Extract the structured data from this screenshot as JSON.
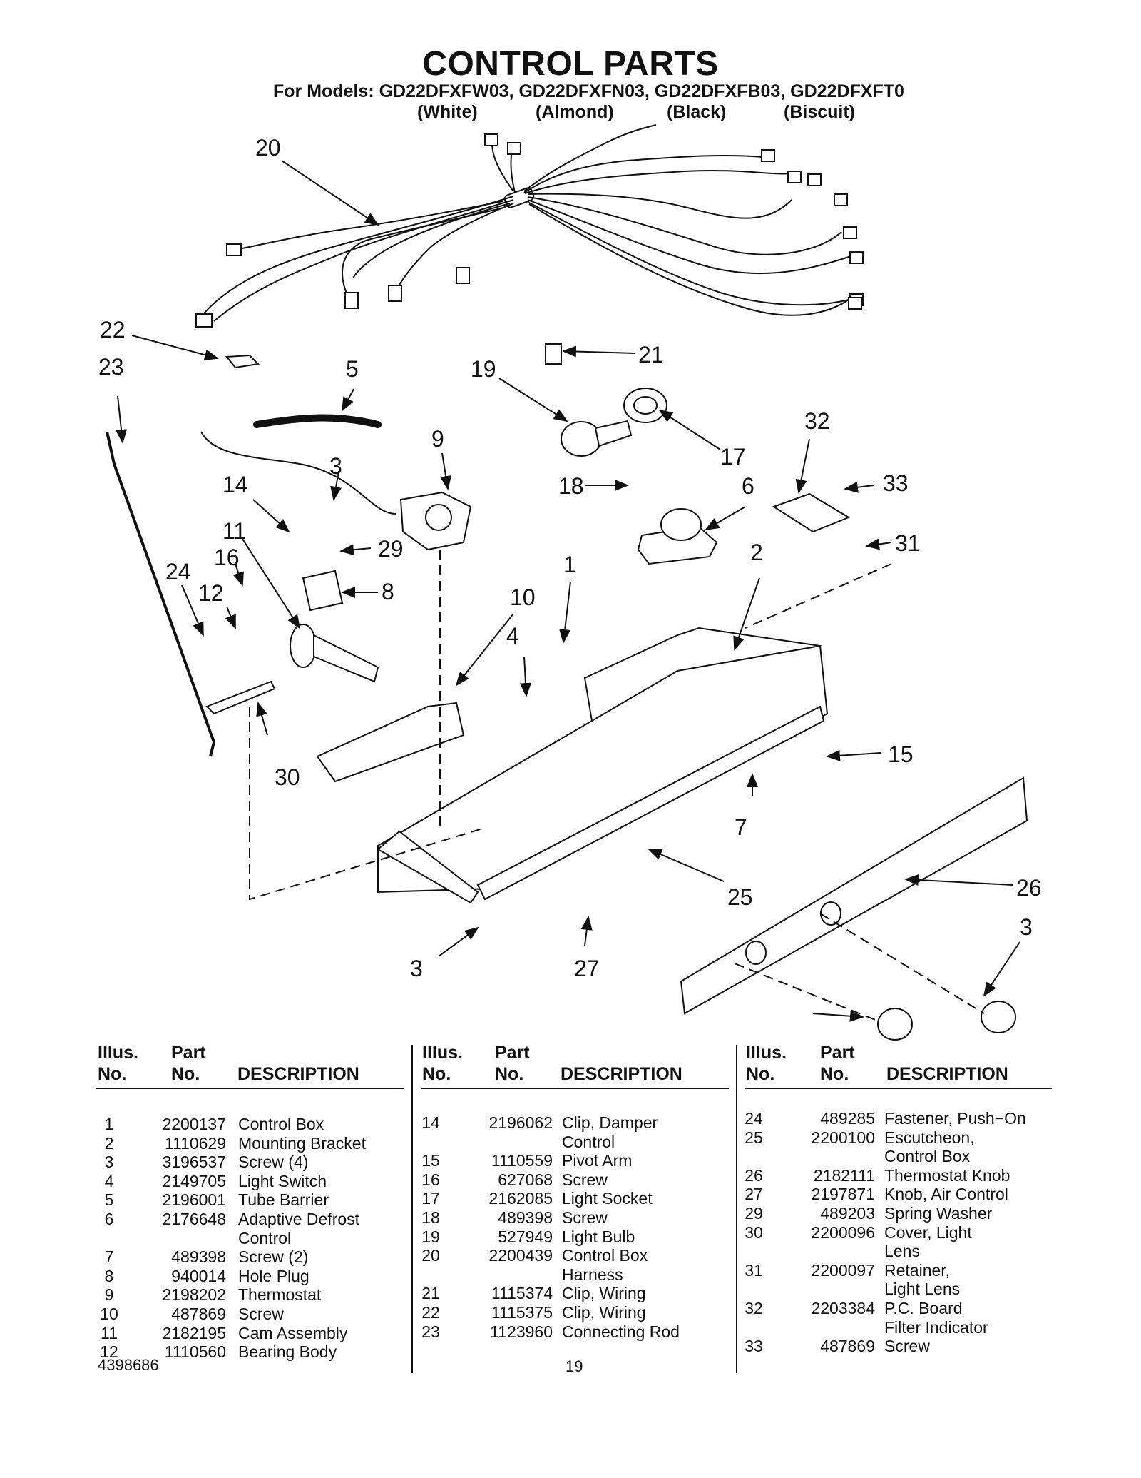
{
  "header": {
    "title": "CONTROL PARTS",
    "models": "For Models: GD22DFXFW03, GD22DFXFN03, GD22DFXFB03, GD22DFXFT0",
    "variants": [
      "(White)",
      "(Almond)",
      "(Black)",
      "(Biscuit)"
    ]
  },
  "diagram": {
    "callouts": [
      "20",
      "22",
      "23",
      "5",
      "19",
      "21",
      "17",
      "32",
      "33",
      "31",
      "9",
      "3",
      "14",
      "29",
      "18",
      "6",
      "11",
      "16",
      "24",
      "12",
      "8",
      "1",
      "2",
      "10",
      "4",
      "15",
      "30",
      "7",
      "25",
      "26",
      "3",
      "3",
      "27"
    ]
  },
  "table": {
    "headers": {
      "illus": [
        "Illus.",
        "No."
      ],
      "part": [
        "Part",
        "No."
      ],
      "description": "DESCRIPTION"
    },
    "columns": [
      [
        {
          "illus": "1",
          "part": "2200137",
          "desc": [
            "Control Box"
          ]
        },
        {
          "illus": "2",
          "part": "1110629",
          "desc": [
            "Mounting Bracket"
          ]
        },
        {
          "illus": "3",
          "part": "3196537",
          "desc": [
            "Screw (4)"
          ]
        },
        {
          "illus": "4",
          "part": "2149705",
          "desc": [
            "Light Switch"
          ]
        },
        {
          "illus": "5",
          "part": "2196001",
          "desc": [
            "Tube Barrier"
          ]
        },
        {
          "illus": "6",
          "part": "2176648",
          "desc": [
            "Adaptive Defrost",
            "Control"
          ]
        },
        {
          "illus": "7",
          "part": "489398",
          "desc": [
            "Screw (2)"
          ]
        },
        {
          "illus": "8",
          "part": "940014",
          "desc": [
            "Hole Plug"
          ]
        },
        {
          "illus": "9",
          "part": "2198202",
          "desc": [
            "Thermostat"
          ]
        },
        {
          "illus": "10",
          "part": "487869",
          "desc": [
            "Screw"
          ]
        },
        {
          "illus": "11",
          "part": "2182195",
          "desc": [
            "Cam Assembly"
          ]
        },
        {
          "illus": "12",
          "part": "1110560",
          "desc": [
            "Bearing Body"
          ]
        }
      ],
      [
        {
          "illus": "14",
          "part": "2196062",
          "desc": [
            "Clip, Damper",
            "Control"
          ]
        },
        {
          "illus": "15",
          "part": "1110559",
          "desc": [
            "Pivot Arm"
          ]
        },
        {
          "illus": "16",
          "part": "627068",
          "desc": [
            "Screw"
          ]
        },
        {
          "illus": "17",
          "part": "2162085",
          "desc": [
            "Light Socket"
          ]
        },
        {
          "illus": "18",
          "part": "489398",
          "desc": [
            "Screw"
          ]
        },
        {
          "illus": "19",
          "part": "527949",
          "desc": [
            "Light Bulb"
          ]
        },
        {
          "illus": "20",
          "part": "2200439",
          "desc": [
            "Control Box",
            "Harness"
          ]
        },
        {
          "illus": "21",
          "part": "1115374",
          "desc": [
            "Clip, Wiring"
          ]
        },
        {
          "illus": "22",
          "part": "1115375",
          "desc": [
            "Clip, Wiring"
          ]
        },
        {
          "illus": "23",
          "part": "1123960",
          "desc": [
            "Connecting Rod"
          ]
        }
      ],
      [
        {
          "illus": "24",
          "part": "489285",
          "desc": [
            "Fastener, Push−On"
          ]
        },
        {
          "illus": "25",
          "part": "2200100",
          "desc": [
            "Escutcheon,",
            "Control Box"
          ]
        },
        {
          "illus": "26",
          "part": "2182111",
          "desc": [
            "Thermostat Knob"
          ]
        },
        {
          "illus": "27",
          "part": "2197871",
          "desc": [
            "Knob, Air Control"
          ]
        },
        {
          "illus": "29",
          "part": "489203",
          "desc": [
            "Spring Washer"
          ]
        },
        {
          "illus": "30",
          "part": "2200096",
          "desc": [
            "Cover, Light",
            "Lens"
          ]
        },
        {
          "illus": "31",
          "part": "2200097",
          "desc": [
            "Retainer,",
            "Light Lens"
          ]
        },
        {
          "illus": "32",
          "part": "2203384",
          "desc": [
            "P.C. Board",
            "Filter Indicator"
          ]
        },
        {
          "illus": "33",
          "part": "487869",
          "desc": [
            "Screw"
          ]
        }
      ]
    ]
  },
  "footer": {
    "doc_number": "4398686",
    "page": "19"
  }
}
